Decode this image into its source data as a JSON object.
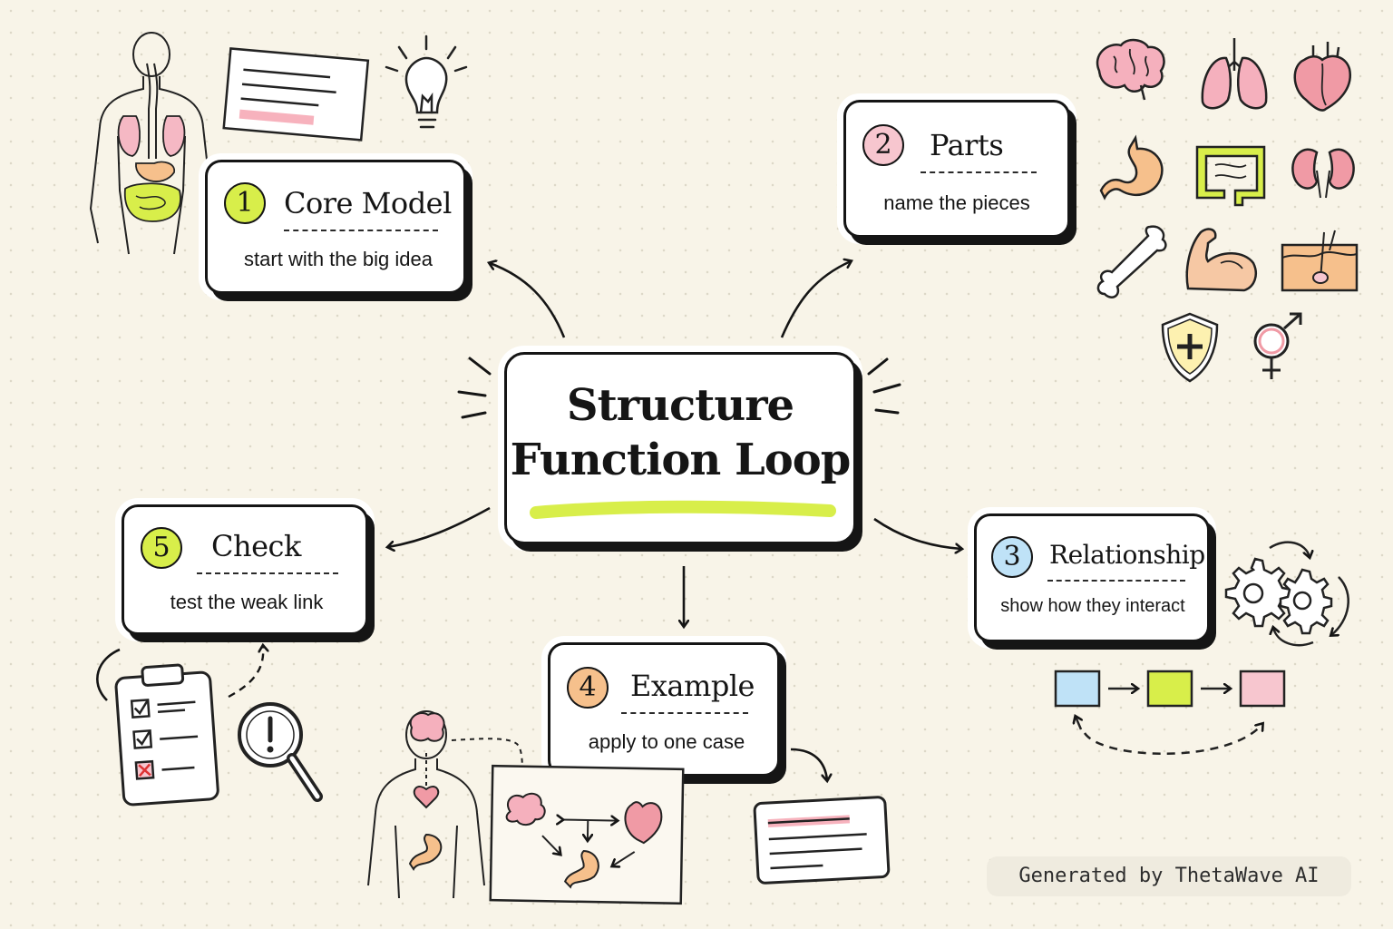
{
  "center": {
    "line1": "Structure",
    "line2": "Function Loop"
  },
  "cards": [
    {
      "number": "1",
      "title": "Core Model",
      "subtitle": "start with the big idea",
      "badge_color": "#d8ee4a"
    },
    {
      "number": "2",
      "title": "Parts",
      "subtitle": "name the pieces",
      "badge_color": "#f7c6cf"
    },
    {
      "number": "3",
      "title": "Relationship",
      "subtitle": "show how they interact",
      "badge_color": "#bfe2f7"
    },
    {
      "number": "4",
      "title": "Example",
      "subtitle": "apply to one case",
      "badge_color": "#f6c08c"
    },
    {
      "number": "5",
      "title": "Check",
      "subtitle": "test the weak link",
      "badge_color": "#d8ee4a"
    }
  ],
  "organ_icons": [
    "brain-icon",
    "lungs-icon",
    "heart-icon",
    "stomach-icon",
    "intestine-icon",
    "kidneys-icon",
    "bone-icon",
    "muscle-arm-icon",
    "skin-icon",
    "immune-shield-icon",
    "reproductive-symbol-icon"
  ],
  "footer": {
    "text": "Generated by ThetaWave AI"
  },
  "colors": {
    "lime": "#d8ee4a",
    "pink": "#f7c6cf",
    "blue": "#bfe2f7",
    "orange": "#f6c08c",
    "ink": "#151515"
  }
}
